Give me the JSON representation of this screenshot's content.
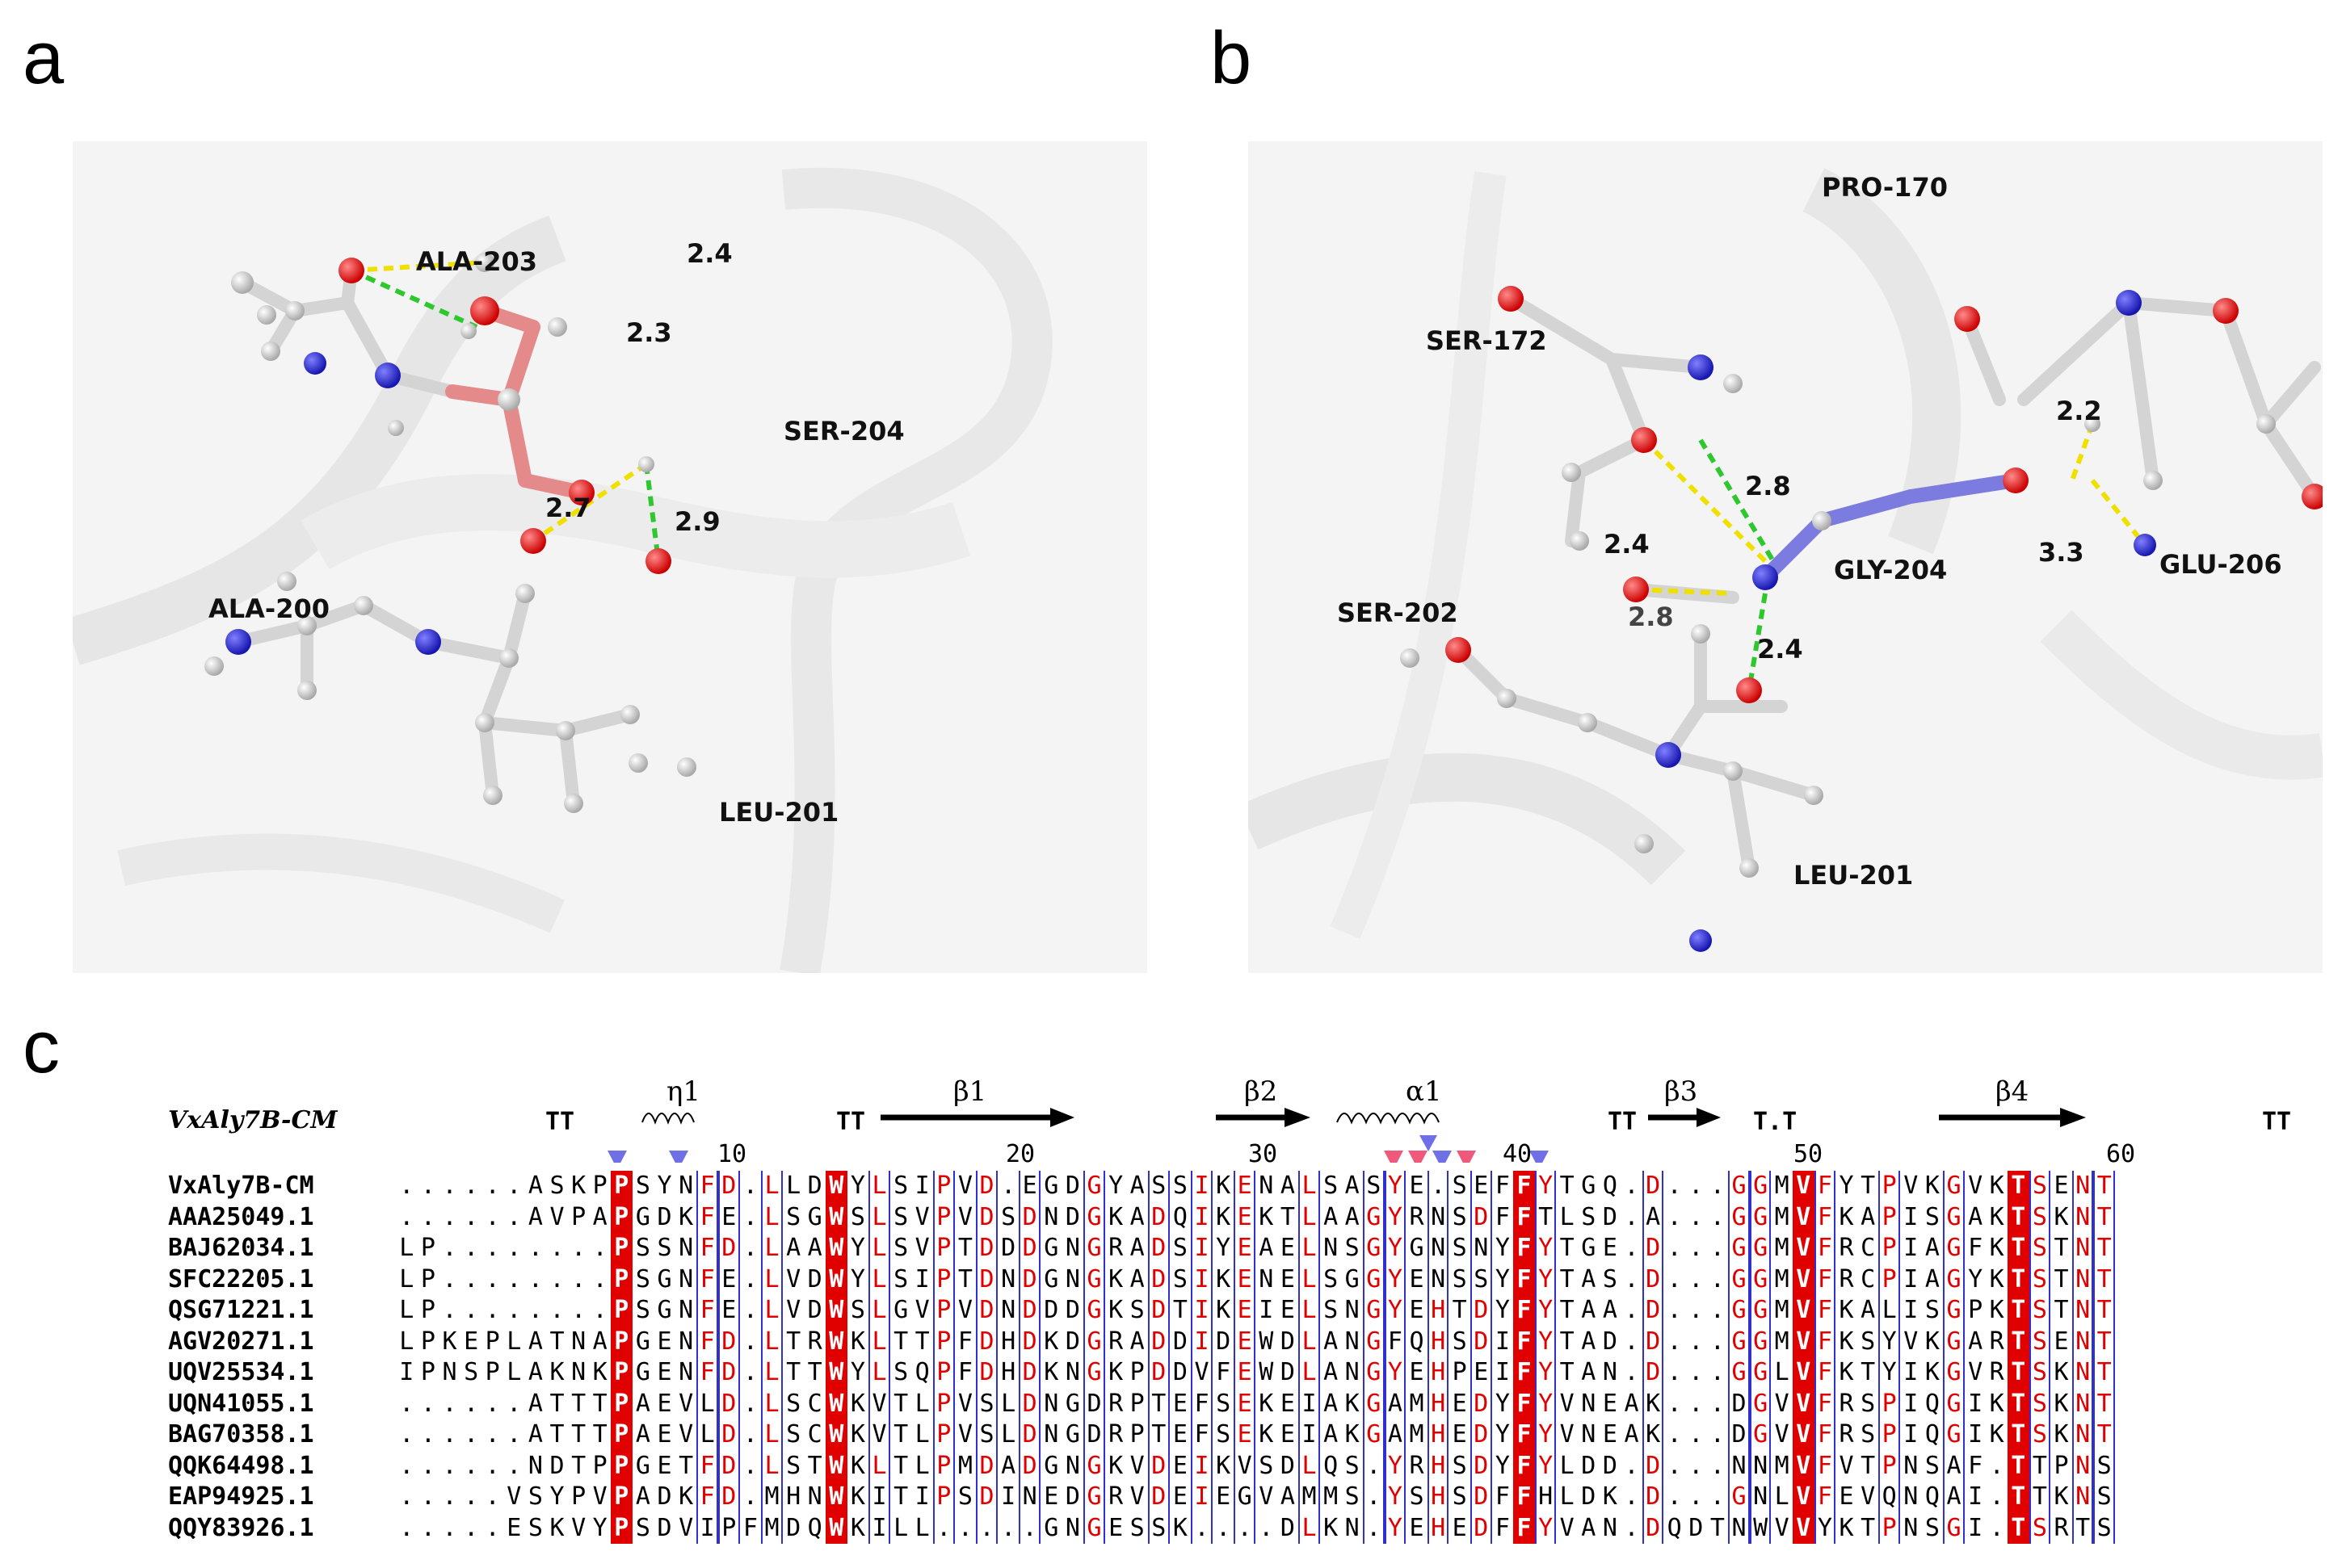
{
  "panels": {
    "a": {
      "letter": "a",
      "residues": [
        "ALA-203",
        "SER-204",
        "ALA-200",
        "LEU-201"
      ],
      "distances": [
        "2.4",
        "2.3",
        "2.7",
        "2.9"
      ]
    },
    "b": {
      "letter": "b",
      "residues": [
        "PRO-170",
        "SER-172",
        "GLY-204",
        "GLU-206",
        "SER-202",
        "LEU-201"
      ],
      "distances": [
        "2.2",
        "2.8",
        "2.4",
        "3.3",
        "2.8",
        "2.4"
      ]
    },
    "c": {
      "letter": "c",
      "title": "VxAly7B-CM",
      "secondary_structure": [
        "η1",
        "β1",
        "β2",
        "α1",
        "β3",
        "β4"
      ],
      "ruler": [
        "10",
        "20",
        "30",
        "40",
        "50",
        "60"
      ],
      "tt_marks": [
        "TT",
        "TT",
        "TT",
        "T.T",
        "TT"
      ],
      "sequences": [
        {
          "name": "VxAly7B-CM",
          "seq": "......ASKPPSYNFD.LLDWYLSIPVD.EGDGYASSIKENALSASYE.SEFFYTGQ.D...GGMVFYTPVKGVKTSENT"
        },
        {
          "name": "AAA25049.1",
          "seq": "......AVPAPGDKFE.LSGWSLSVPVDSDNDGKADQIKEKTLAAGYRNSDFFTLSD.A...GGMVFKAPISGAKTSKNT"
        },
        {
          "name": "BAJ62034.1",
          "seq": "LP........PSSNFD.LAAWYLSVPTDDDGNGRADSIYEAELNSGYGNSNYFYTGE.D...GGMVFRCPIAGFKTSTNT"
        },
        {
          "name": "SFC22205.1",
          "seq": "LP........PSGNFE.LVDWYLSIPTDNDGNGKADSIKENELSGGYENSSYFYTAS.D...GGMVFRCPIAGYKTSTNT"
        },
        {
          "name": "QSG71221.1",
          "seq": "LP........PSGNFE.LVDWSLGVPVDNDDDGKSDTIKEIELSNGYEHTDYFYTAA.D...GGMVFKALISGPKTSTNT"
        },
        {
          "name": "AGV20271.1",
          "seq": "LPKEPLATNAPGENFD.LTRWKLTTPFDHDKDGRADDIDEWDLANGFQHSDIFYTAD.D...GGMVFKSYVKGARTSENT"
        },
        {
          "name": "UQV25534.1",
          "seq": "IPNSPLAKNKPGENFD.LTTWYLSQPFDHDKNGKPDDVFEWDLANGYEHPEIFYTAN.D...GGLVFKTYIKGVRTSKNT"
        },
        {
          "name": "UQN41055.1",
          "seq": "......ATTTPAEVLD.LSCWKVTLPVSLDNGDRPTEFSEKEIAKGAMHEDYFYVNEAK...DGVVFRSPIQGIKTSKNT"
        },
        {
          "name": "BAG70358.1",
          "seq": "......ATTTPAEVLD.LSCWKVTLPVSLDNGDRPTEFSEKEIAKGAMHEDYFYVNEAK...DGVVFRSPIQGIKTSKNT"
        },
        {
          "name": "QQK64498.1",
          "seq": "......NDTPPGETFD.LSTWKLTLPMDADGNGKVDEIKVSDLQS.YRHSDYFYLDD.D...NNMVFVTPNSAF.TTPNS"
        },
        {
          "name": "EAP94925.1",
          "seq": ".....VSYPVPADKFD.MHNWKITIPSDINEDGRVDEIEGVAMMS.YSHSDFFHLDK.D...GNLVFEVQNQAI.TTKNS"
        },
        {
          "name": "QQY83926.1",
          "seq": ".....ESKVYPSDVIPFMDQWKILL.....GNGESSK....DLKN.YEHEDFFYVAN.DQDTNWVVYKTPNSGI.TSRTS"
        }
      ],
      "colors": {
        "conserved_bg": "#e00000",
        "similar_text": "#e00000",
        "box_border": "#3030d0",
        "triangle_blue": "#6f70e6",
        "triangle_pink": "#ef5a7c",
        "highlight_cyan": "#45c8e4"
      }
    }
  }
}
